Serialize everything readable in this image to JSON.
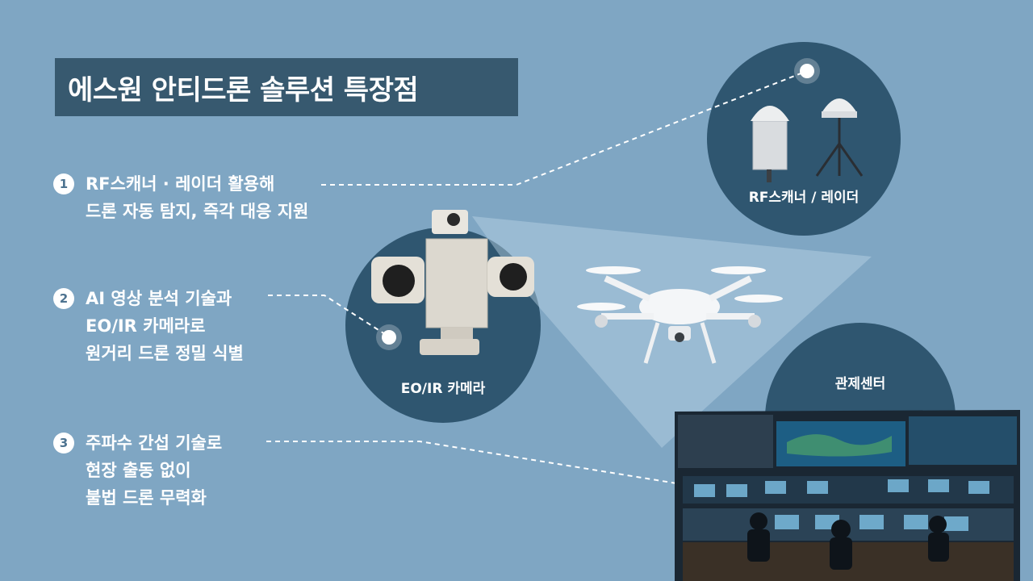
{
  "title": "에스원 안티드론 솔루션 특장점",
  "features": [
    {
      "number": "1",
      "lines": [
        "RF스캐너 · 레이더 활용해",
        "드론 자동 탐지, 즉각 대응 지원"
      ]
    },
    {
      "number": "2",
      "lines": [
        "AI 영상 분석 기술과",
        "EO/IR 카메라로",
        "원거리 드론 정밀 식별"
      ]
    },
    {
      "number": "3",
      "lines": [
        "주파수 간섭 기술로",
        "현장 출동 없이",
        "불법 드론 무력화"
      ]
    }
  ],
  "captions": {
    "scanner": "RF스캐너 / 레이더",
    "camera": "EO/IR 카메라",
    "control": "관제센터"
  },
  "colors": {
    "background": "#7fa6c3",
    "title_box": "#37596f",
    "circle": "#2f5670"
  }
}
